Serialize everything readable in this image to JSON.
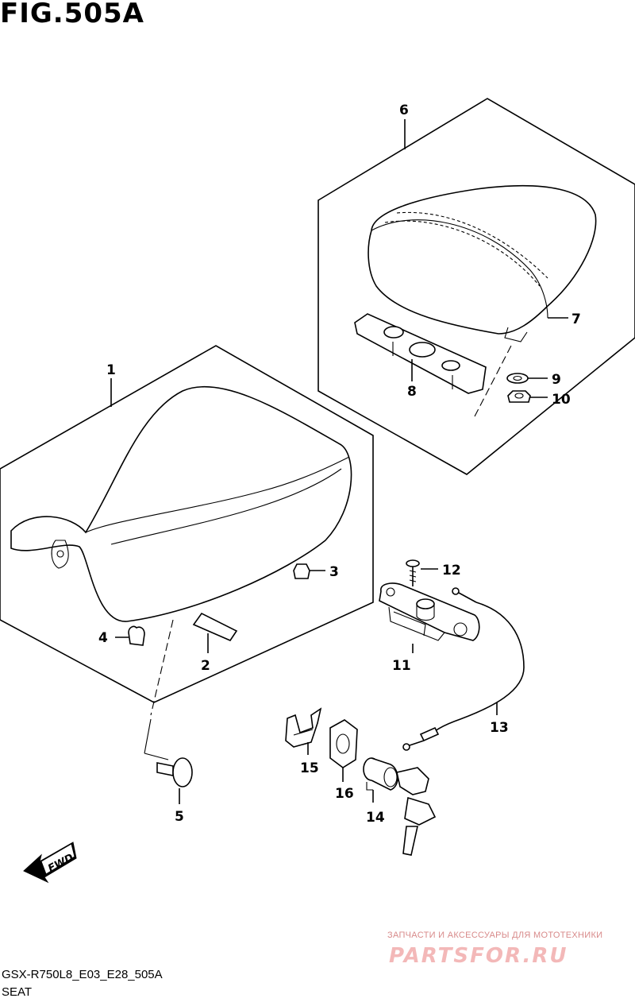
{
  "figure": {
    "title": "FIG.505A"
  },
  "parts": [
    {
      "num": "1"
    },
    {
      "num": "2"
    },
    {
      "num": "3"
    },
    {
      "num": "4"
    },
    {
      "num": "5"
    },
    {
      "num": "6"
    },
    {
      "num": "7"
    },
    {
      "num": "8"
    },
    {
      "num": "9"
    },
    {
      "num": "10"
    },
    {
      "num": "11"
    },
    {
      "num": "12"
    },
    {
      "num": "13"
    },
    {
      "num": "14"
    },
    {
      "num": "15"
    },
    {
      "num": "16"
    }
  ],
  "fwd_label": "FWD",
  "watermark": {
    "subtitle": "ЗАПЧАСТИ И АКСЕССУАРЫ ДЛЯ МОТОТЕХНИКИ",
    "brand": "PARTSFOR.RU"
  },
  "footer": {
    "code": "GSX-R750L8_E03_E28_505A",
    "name": "SEAT"
  }
}
